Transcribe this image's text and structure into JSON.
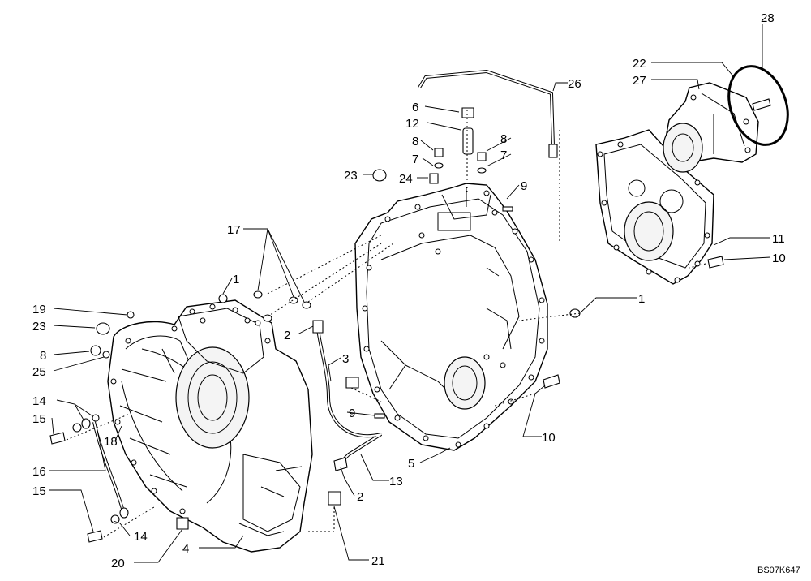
{
  "diagram": {
    "code": "BS07K647",
    "callouts": [
      "28",
      "22",
      "27",
      "26",
      "6",
      "12",
      "8",
      "7",
      "8",
      "7",
      "23",
      "24",
      "9",
      "17",
      "11",
      "10",
      "1",
      "19",
      "23",
      "8",
      "25",
      "2",
      "3",
      "1",
      "14",
      "15",
      "18",
      "9",
      "10",
      "16",
      "5",
      "13",
      "15",
      "14",
      "2",
      "20",
      "4",
      "21"
    ]
  }
}
